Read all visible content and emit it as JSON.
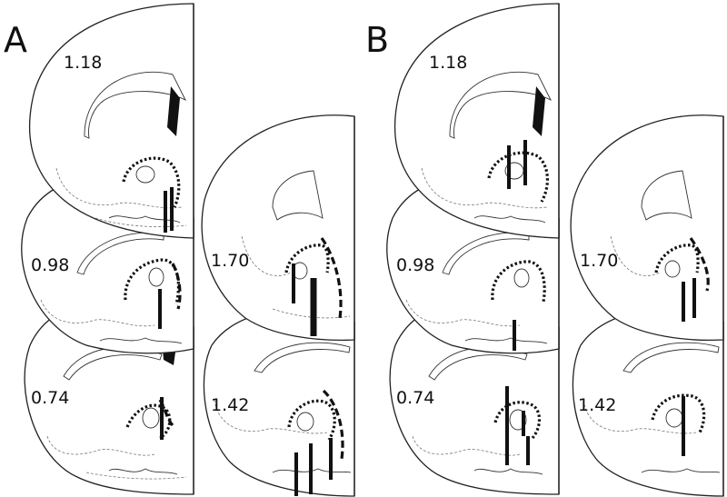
{
  "panels": [
    {
      "letter": "A",
      "columns": [
        {
          "sections": [
            {
              "bregma": "1.18"
            },
            {
              "bregma": "0.98"
            },
            {
              "bregma": "0.74"
            }
          ]
        },
        {
          "sections": [
            {
              "bregma": "1.70"
            },
            {
              "bregma": "1.42"
            }
          ]
        }
      ]
    },
    {
      "letter": "B",
      "columns": [
        {
          "sections": [
            {
              "bregma": "1.18"
            },
            {
              "bregma": "0.98"
            },
            {
              "bregma": "0.74"
            }
          ]
        },
        {
          "sections": [
            {
              "bregma": "1.70"
            },
            {
              "bregma": "1.42"
            }
          ]
        }
      ]
    }
  ],
  "colors": {
    "ink": "#111111",
    "outline": "#222222",
    "dashed": "#777777",
    "background": "#ffffff"
  }
}
